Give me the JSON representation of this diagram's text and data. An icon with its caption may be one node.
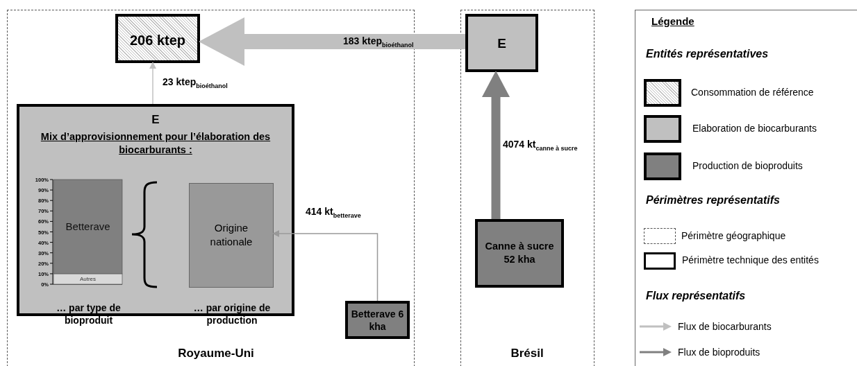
{
  "diagram": {
    "nodes": [
      {
        "text": [
          "Royaume-Uni"
        ]
      },
      {
        "text": [
          "206 ktep"
        ],
        "in": 0
      },
      {
        "text": [
          "E",
          "Mix d’approvisionnement pour l’élaboration des biocarburants :"
        ],
        "in": 0
      },
      {
        "text": [
          "Origine nationale"
        ],
        "in": 2
      },
      {
        "text": [
          "Betterave 6 kha"
        ],
        "in": 0
      },
      {
        "text": [
          "Brésil"
        ]
      },
      {
        "text": [
          "E"
        ],
        "in": 5
      },
      {
        "text": [
          "Canne à sucre 52 kha"
        ],
        "in": 5
      }
    ],
    "edges": [
      {
        "from": 6,
        "to": 1,
        "arrow": "to",
        "label": "183 ktep$_{bioéthanol}$",
        "style": "thick",
        "color": "#c0c0c0"
      },
      {
        "from": 2,
        "to": 1,
        "arrow": "to",
        "label": "23 ktep$_{bioéthanol}$",
        "color": "#c0c0c0"
      },
      {
        "from": 4,
        "to": 3,
        "arrow": "to",
        "label": "414 kt$_{betterave}$",
        "color": "#999999"
      },
      {
        "from": 7,
        "to": 6,
        "arrow": "to",
        "label": "4074 kt$_{canne à sucre}$",
        "style": "thick",
        "color": "#808080"
      }
    ],
    "labels": [
      "… par type de bioproduit",
      "… par origine de production",
      "Légende",
      "Entités représentatives",
      "Périmètres représentatifs",
      "Flux représentatifs"
    ],
    "legend": [
      {
        "text": "Consommation de référence"
      },
      {
        "text": "Elaboration de biocarburants",
        "color": "#c0c0c0"
      },
      {
        "text": "Production de bioproduits",
        "color": "#808080"
      },
      {
        "text": "Périmètre géographique"
      },
      {
        "text": "Périmètre technique des entités"
      },
      {
        "text": "Flux de biocarburants"
      },
      {
        "text": "Flux de bioproduits"
      }
    ],
    "chart_data": {
      "type": "bar",
      "stacked": true,
      "categories": [
        null
      ],
      "ylim": [
        0,
        100
      ],
      "yticks": [
        {
          "value": 0,
          "label": "0%"
        },
        {
          "value": 10,
          "label": "10%"
        },
        {
          "value": 20,
          "label": "20%"
        },
        {
          "value": 30,
          "label": "30%"
        },
        {
          "value": 40,
          "label": "40%"
        },
        {
          "value": 50,
          "label": "50%"
        },
        {
          "value": 60,
          "label": "60%"
        },
        {
          "value": 70,
          "label": "70%"
        },
        {
          "value": 80,
          "label": "80%"
        },
        {
          "value": 90,
          "label": "90%"
        },
        {
          "value": 100,
          "label": "100%"
        }
      ],
      "series": [
        {
          "name": "Autres",
          "color": "#d9d9d9",
          "values": [
            10
          ]
        },
        {
          "name": "Betterave",
          "color": "#808080",
          "values": [
            90
          ]
        }
      ]
    }
  }
}
